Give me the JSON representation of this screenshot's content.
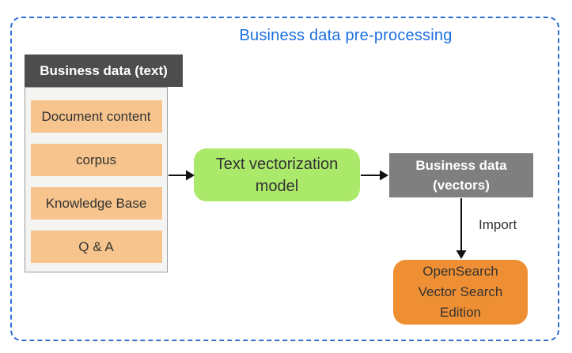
{
  "title": "Business data pre-processing",
  "source_table": {
    "header": "Business data (text)",
    "items": [
      "Document content",
      "corpus",
      "Knowledge Base",
      "Q & A"
    ]
  },
  "model_box": {
    "label": "Text vectorization\nmodel"
  },
  "vectors_box": {
    "label": "Business data\n(vectors)"
  },
  "import_arrow": {
    "label": "Import"
  },
  "opensearch_box": {
    "label": "OpenSearch\nVector Search\nEdition"
  },
  "colors": {
    "frame_border_blue": "#2c6fd3",
    "title_blue": "#1b6fdd",
    "header_dark_gray": "#4d4d4d",
    "vectors_gray": "#7f7f7f",
    "item_light_orange": "#f6c48c",
    "model_green": "#abe96a",
    "opensearch_orange": "#ef8f33",
    "arrow_black": "#111111"
  }
}
